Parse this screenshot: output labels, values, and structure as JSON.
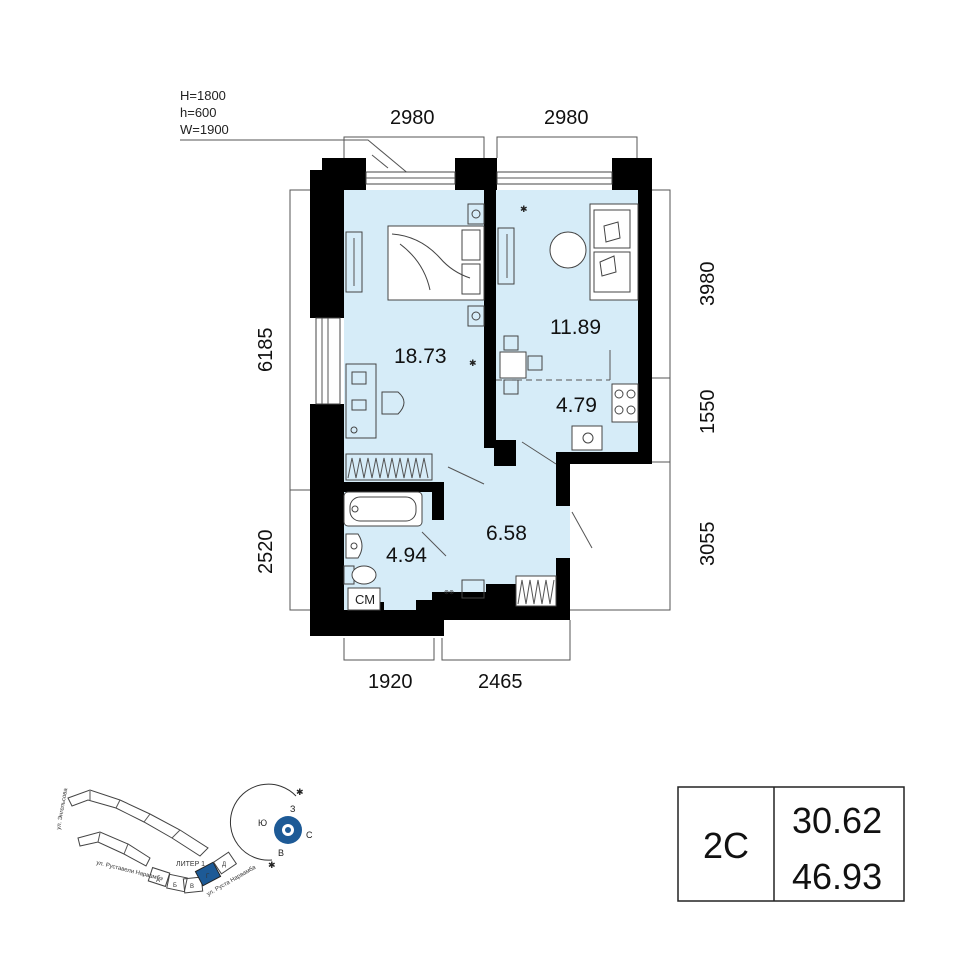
{
  "window_note": {
    "lines": [
      "H=1800",
      "h=600",
      "W=1900"
    ]
  },
  "dimensions": {
    "top_left": "2980",
    "top_right": "2980",
    "left_upper": "6185",
    "left_lower": "2520",
    "right_upper": "3980",
    "right_middle": "1550",
    "right_lower": "3055",
    "bottom_left": "1920",
    "bottom_right": "2465"
  },
  "rooms": [
    {
      "id": "bedroom",
      "area": "18.73"
    },
    {
      "id": "living",
      "area": "11.89"
    },
    {
      "id": "kitchen",
      "area": "4.79"
    },
    {
      "id": "hall",
      "area": "6.58"
    },
    {
      "id": "bath",
      "area": "4.94"
    }
  ],
  "fixtures": {
    "washer_label": "СМ"
  },
  "site_plan": {
    "street_labels": [
      "ул. Энгельсова",
      "ул. Руставели Нарвамбэ",
      "ул. Руста Нарвамба"
    ],
    "building_label": "ЛИТЕР 1",
    "sections": [
      "А",
      "Б",
      "В",
      "Г",
      "Д"
    ],
    "highlight_section": "Г"
  },
  "compass": {
    "labels": {
      "north": "З",
      "west": "Ю",
      "east": "С",
      "south": "В"
    }
  },
  "info_box": {
    "type_code": "2С",
    "living_area": "30.62",
    "total_area": "46.93"
  },
  "colors": {
    "room_fill": "#d6ecf8",
    "wall": "#000000",
    "highlight": "#1d5a96"
  }
}
